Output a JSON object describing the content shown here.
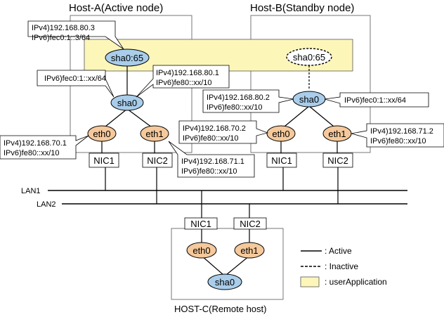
{
  "hosts": {
    "host_a": {
      "title": "Host-A(Active node)"
    },
    "host_b": {
      "title": "Host-B(Standby node)"
    },
    "host_c": {
      "title": "HOST-C(Remote host)"
    }
  },
  "nodes": {
    "a_sha065": "sha0:65",
    "a_sha0": "sha0",
    "a_eth0": "eth0",
    "a_eth1": "eth1",
    "a_nic1": "NIC1",
    "a_nic2": "NIC2",
    "b_sha065": "sha0:65",
    "b_sha0": "sha0",
    "b_eth0": "eth0",
    "b_eth1": "eth1",
    "b_nic1": "NIC1",
    "b_nic2": "NIC2",
    "c_nic1": "NIC1",
    "c_nic2": "NIC2",
    "c_eth0": "eth0",
    "c_eth1": "eth1",
    "c_sha0": "sha0"
  },
  "lans": {
    "lan1": "LAN1",
    "lan2": "LAN2"
  },
  "callouts": {
    "a_sha065": [
      "IPv4)192.168.80.3",
      "IPv6)fec0:1::3/64"
    ],
    "a_sha0_v6": [
      "IPv6)fec0:1::xx/64"
    ],
    "a_sha0_ll": [
      "IPv4)192.168.80.1",
      "IPv6)fe80::xx/10"
    ],
    "a_eth0": [
      "IPv4)192.168.70.1",
      "IPv6)fe80::xx/10"
    ],
    "a_eth1": [
      "IPv4)192.168.71.1",
      "IPv6)fe80::xx/10"
    ],
    "b_sha0_ll": [
      "IPv4)192.168.80.2",
      "IPv6)fe80::xx/10"
    ],
    "b_sha0_v6": [
      "IPv6)fec0:1::xx/64"
    ],
    "b_eth0": [
      "IPv4)192.168.70.2",
      "IPv6)fe80::xx/10"
    ],
    "b_eth1": [
      "IPv4)192.168.71.2",
      "IPv6)fe80::xx/10"
    ]
  },
  "legend": {
    "active": ": Active",
    "inactive": ": Inactive",
    "user_application": ": userApplication"
  },
  "colors": {
    "sha": "#a9cdea",
    "eth": "#f5c99b",
    "user_application": "#fdf6b9"
  }
}
